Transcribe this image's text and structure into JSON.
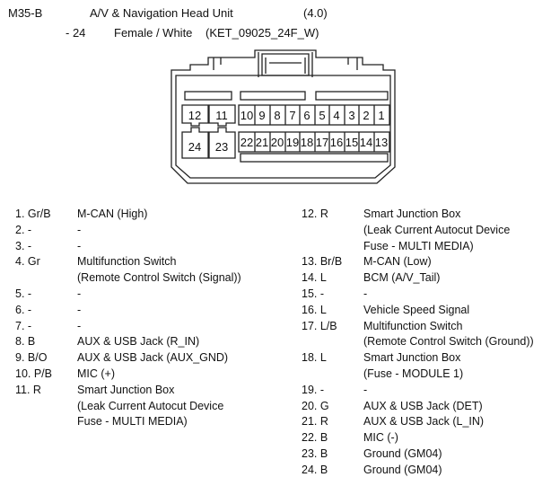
{
  "header": {
    "connector_id": "M35-B",
    "component": "A/V & Navigation Head Unit",
    "version": "(4.0)",
    "pin_count": "- 24",
    "gender_color": "Female / White",
    "part_number": "(KET_09025_24F_W)"
  },
  "connector": {
    "pin_numbers_top": [
      "12",
      "11",
      "10",
      "9",
      "8",
      "7",
      "6",
      "5",
      "4",
      "3",
      "2",
      "1"
    ],
    "pin_numbers_bottom": [
      "24",
      "23",
      "22",
      "21",
      "20",
      "19",
      "18",
      "17",
      "16",
      "15",
      "14",
      "13"
    ]
  },
  "pins_left": [
    {
      "pin": "1. Gr/B",
      "desc": "M-CAN (High)"
    },
    {
      "pin": "2. -",
      "desc": "-"
    },
    {
      "pin": "3. -",
      "desc": "-"
    },
    {
      "pin": "4. Gr",
      "desc": "Multifunction Switch"
    },
    {
      "pin": "",
      "desc": "(Remote Control Switch (Signal))"
    },
    {
      "pin": "5. -",
      "desc": "-"
    },
    {
      "pin": "6. -",
      "desc": "-"
    },
    {
      "pin": "7. -",
      "desc": "-"
    },
    {
      "pin": "8. B",
      "desc": "AUX & USB   Jack (R_IN)"
    },
    {
      "pin": "9. B/O",
      "desc": "AUX & USB   Jack (AUX_GND)"
    },
    {
      "pin": "10. P/B",
      "desc": "MIC (+)"
    },
    {
      "pin": "11. R",
      "desc": "Smart Junction Box"
    },
    {
      "pin": "",
      "desc": "(Leak Current Autocut Device"
    },
    {
      "pin": "",
      "desc": "Fuse - MULTI MEDIA)"
    }
  ],
  "pins_right": [
    {
      "pin": "12. R",
      "desc": "Smart Junction Box"
    },
    {
      "pin": "",
      "desc": "(Leak Current Autocut Device"
    },
    {
      "pin": "",
      "desc": "Fuse - MULTI MEDIA)"
    },
    {
      "pin": "13. Br/B",
      "desc": "M-CAN (Low)"
    },
    {
      "pin": "14. L",
      "desc": "BCM (A/V_Tail)"
    },
    {
      "pin": "15. -",
      "desc": "-"
    },
    {
      "pin": "16. L",
      "desc": "Vehicle Speed Signal"
    },
    {
      "pin": "17. L/B",
      "desc": "Multifunction Switch"
    },
    {
      "pin": "",
      "desc": "(Remote Control Switch (Ground))"
    },
    {
      "pin": "18. L",
      "desc": "Smart Junction Box"
    },
    {
      "pin": "",
      "desc": "(Fuse - MODULE 1)"
    },
    {
      "pin": "19. -",
      "desc": "-"
    },
    {
      "pin": "20. G",
      "desc": "AUX & USB    Jack (DET)"
    },
    {
      "pin": "21. R",
      "desc": "AUX & USB    Jack (L_IN)"
    },
    {
      "pin": "22. B",
      "desc": "MIC (-)"
    },
    {
      "pin": "23. B",
      "desc": "Ground  (GM04)"
    },
    {
      "pin": "24. B",
      "desc": "Ground  (GM04)"
    }
  ]
}
